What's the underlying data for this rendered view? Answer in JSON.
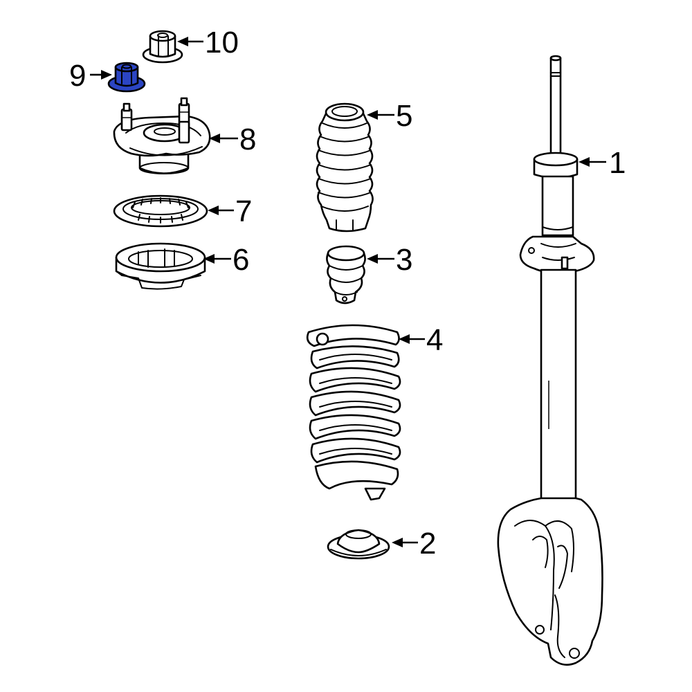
{
  "diagram": {
    "highlight_color": "#2b45c4",
    "callouts": [
      {
        "label": "1",
        "part": "strut-assembly"
      },
      {
        "label": "2",
        "part": "lower-spring-seat"
      },
      {
        "label": "3",
        "part": "bump-stop"
      },
      {
        "label": "4",
        "part": "coil-spring"
      },
      {
        "label": "5",
        "part": "dust-boot"
      },
      {
        "label": "6",
        "part": "upper-spring-seat"
      },
      {
        "label": "7",
        "part": "bearing"
      },
      {
        "label": "8",
        "part": "strut-mount"
      },
      {
        "label": "9",
        "part": "mount-nut",
        "highlighted": true
      },
      {
        "label": "10",
        "part": "flange-nut"
      }
    ]
  }
}
